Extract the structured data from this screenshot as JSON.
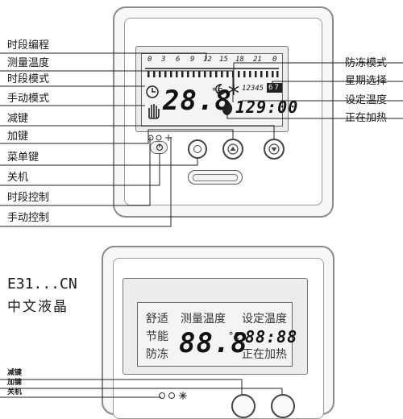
{
  "device1": {
    "lcd": {
      "hour_scale": [
        "0",
        "3",
        "6",
        "9",
        "12",
        "15",
        "18",
        "21",
        "0"
      ],
      "temperature": "28.8",
      "temp_unit": "°C",
      "time": "129:00",
      "weekdays": "12345",
      "weekdays_highlight": "67"
    },
    "left_labels": [
      "时段编程",
      "测量温度",
      "时段模式",
      "手动模式",
      "减键",
      "加键",
      "菜单键",
      "关机",
      "时段控制",
      "手动控制"
    ],
    "right_labels": [
      "防冻模式",
      "星期选择",
      "设定温度",
      "正在加热"
    ]
  },
  "model_caption": {
    "code": "E31...CN",
    "description": "中文液晶"
  },
  "device2": {
    "lcd": {
      "row1": [
        "舒适",
        "测量温度",
        "设定温度"
      ],
      "left_words": [
        "节能",
        "防冻"
      ],
      "temperature": "88.8",
      "temp_unit": "°C",
      "time": "88:88",
      "heating_text": "正在加热"
    },
    "left_labels": [
      "减键",
      "加键",
      "关机"
    ]
  }
}
